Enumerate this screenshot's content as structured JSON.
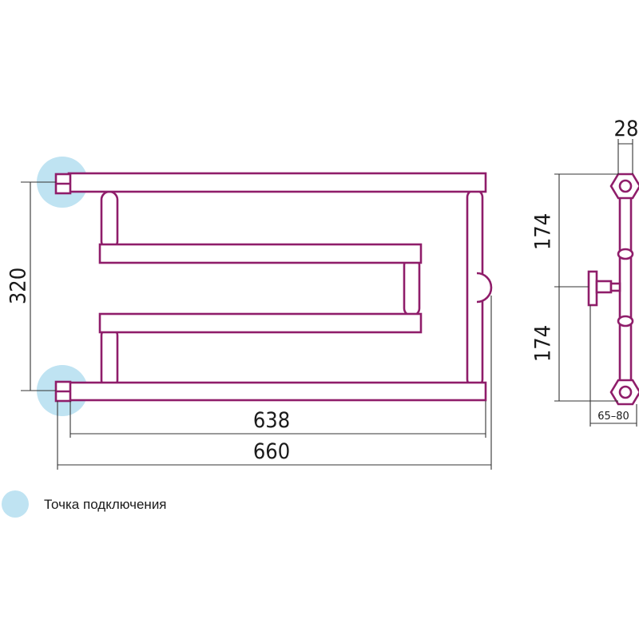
{
  "colors": {
    "tube": "#8f1d6a",
    "connection_point": "#bfe3f2",
    "dimension_line": "#333333"
  },
  "front_view": {
    "dimensions": {
      "height": "320",
      "inner_width": "638",
      "overall_width": "660"
    },
    "connection_points": 2
  },
  "side_view": {
    "dimensions": {
      "depth": "28",
      "upper_half": "174",
      "lower_half": "174",
      "wall_distance": "65–80"
    }
  },
  "legend": {
    "connection_point_label": "Точка подключения"
  }
}
